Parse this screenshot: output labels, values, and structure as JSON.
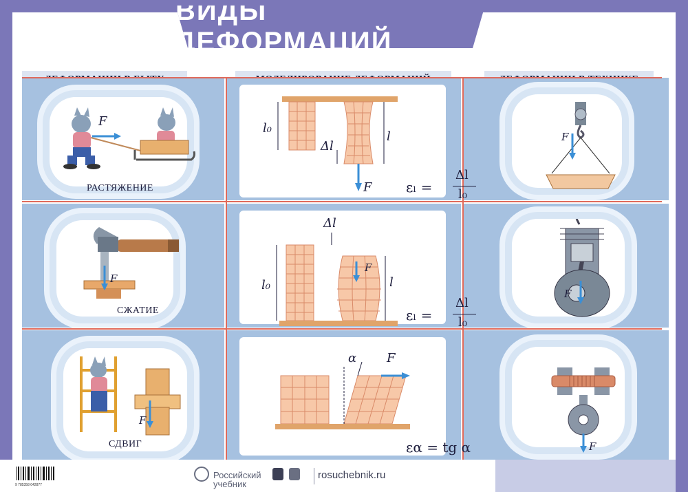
{
  "title": "ВИДЫ ДЕФОРМАЦИЙ",
  "columns": {
    "everyday": "ДЕФОРМАЦИИ В БЫТУ",
    "modeling": "МОДЕЛИРОВАНИЕ ДЕФОРМАЦИЙ",
    "technology": "ДЕФОРМАЦИИ В ТЕХНИКЕ"
  },
  "rows": {
    "tension": {
      "label": "РАСТЯЖЕНИЕ"
    },
    "compression": {
      "label": "СЖАТИЕ"
    },
    "shear": {
      "label": "СДВИГ"
    }
  },
  "symbols": {
    "force": "F",
    "l0": "l₀",
    "dl": "Δl",
    "l": "l",
    "alpha": "α"
  },
  "formulas": {
    "strain_lhs": "εₗ =",
    "strain_num": "Δl",
    "strain_den": "l₀",
    "shear": "εα = tg α"
  },
  "footer": {
    "brand_line1": "Российский",
    "brand_line2": "учебник",
    "url": "rosuchebnik.ru",
    "isbn": "9 785358 042877"
  },
  "colors": {
    "purple": "#7b77b8",
    "cell_blue": "#a6c1e0",
    "red_line": "#e06a5b",
    "wood": "#e8a36a",
    "arrow": "#3b8fd6"
  }
}
